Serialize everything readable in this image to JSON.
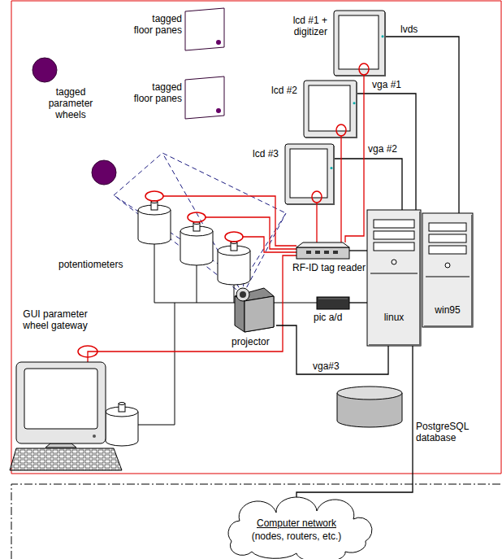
{
  "diagram": {
    "nodes": [
      {
        "text": [
          "lcd #1 + digitizer"
        ]
      },
      {
        "text": [
          "lcd #2"
        ]
      },
      {
        "text": [
          "lcd #3"
        ]
      },
      {
        "text": [
          "RF-ID tag reader"
        ]
      },
      {
        "text": [
          "GUI parameter wheel gateway"
        ]
      },
      {
        "text": [
          "projector"
        ]
      },
      {
        "text": [
          "pic a/d"
        ]
      },
      {
        "text": [
          "linux"
        ]
      },
      {
        "text": [
          "win95"
        ]
      },
      {
        "text": [
          "PostgreSQL database"
        ]
      },
      {
        "text": [
          "Computer network",
          "(nodes, routers, etc.)"
        ]
      }
    ],
    "edges": [
      {
        "from": 0,
        "to": 8,
        "arrow": "none"
      },
      {
        "from": 1,
        "to": 7,
        "arrow": "none"
      },
      {
        "from": 2,
        "to": 7,
        "arrow": "none"
      },
      {
        "from": 0,
        "to": 3,
        "arrow": "none"
      },
      {
        "from": 1,
        "to": 3,
        "arrow": "none"
      },
      {
        "from": 2,
        "to": 3,
        "arrow": "none"
      },
      {
        "from": 4,
        "to": 3,
        "arrow": "none"
      },
      {
        "from": 3,
        "to": 7,
        "arrow": "none"
      },
      {
        "from": 6,
        "to": 7,
        "arrow": "none"
      },
      {
        "from": 5,
        "to": 7,
        "arrow": "none"
      },
      {
        "from": 7,
        "to": 10,
        "arrow": "none"
      }
    ],
    "labels": [
      "tagged floor panes",
      "tagged floor panes",
      "tagged parameter wheels",
      "lvds",
      "vga #1",
      "vga #2",
      "potentiometers",
      "vga#3"
    ]
  }
}
